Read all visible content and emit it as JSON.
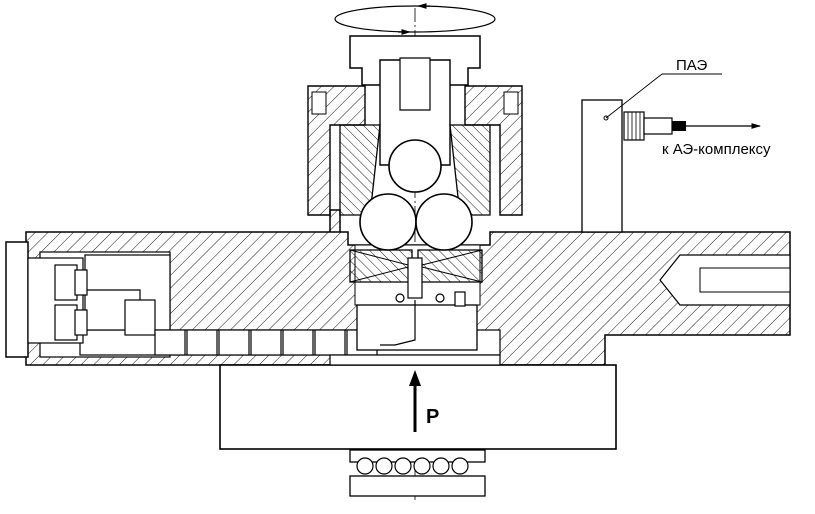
{
  "drawing": {
    "sensor_label": "ПАЭ",
    "output_label": "к АЭ-комплексу",
    "force_label": "P"
  },
  "colors": {
    "line": "#000000",
    "background": "#ffffff"
  }
}
